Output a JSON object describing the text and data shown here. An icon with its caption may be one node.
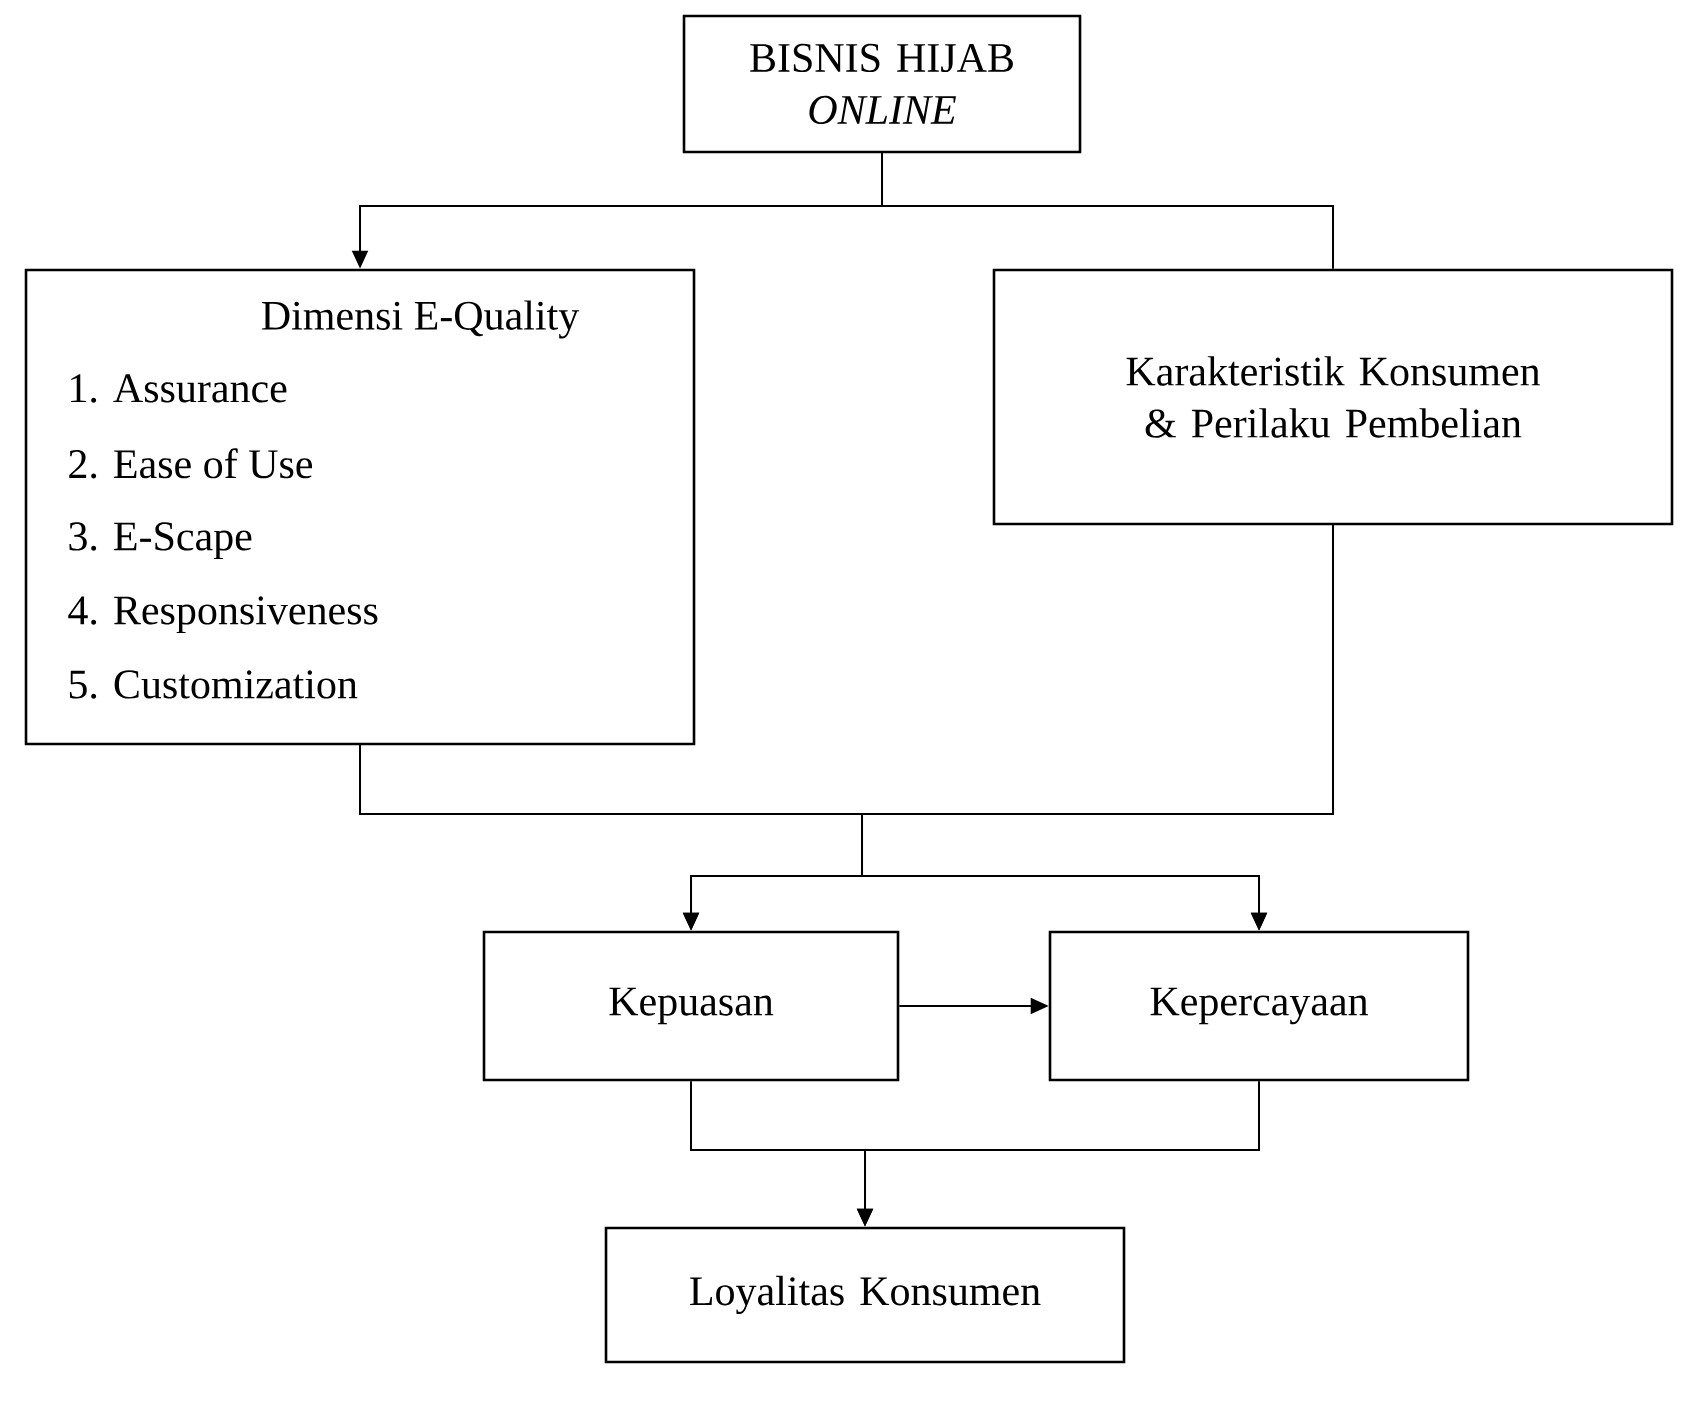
{
  "diagram": {
    "nodes": [
      {
        "text": [
          "BISNIS HIJAB *ONLINE*"
        ]
      },
      {
        "text": [
          "Dimensi E-Quality",
          "1. Assurance",
          "2. Ease of Use",
          "3. E-Scape",
          "4. Responsiveness",
          "5. Customization"
        ]
      },
      {
        "text": [
          "Karakteristik Konsumen & Perilaku Pembelian"
        ]
      },
      {
        "text": [
          "Kepuasan"
        ]
      },
      {
        "text": [
          "Kepercayaan"
        ]
      },
      {
        "text": [
          "Loyalitas Konsumen"
        ]
      }
    ],
    "edges": [
      {
        "from": 0,
        "to": 1,
        "arrow": "to"
      },
      {
        "from": 0,
        "to": 2,
        "arrow": "none"
      },
      {
        "from": 1,
        "to": 3,
        "arrow": "to"
      },
      {
        "from": 1,
        "to": 4,
        "arrow": "to"
      },
      {
        "from": 2,
        "to": 3,
        "arrow": "to"
      },
      {
        "from": 2,
        "to": 4,
        "arrow": "to"
      },
      {
        "from": 3,
        "to": 4,
        "arrow": "to"
      },
      {
        "from": 3,
        "to": 5,
        "arrow": "to"
      },
      {
        "from": 4,
        "to": 5,
        "arrow": "to"
      }
    ]
  }
}
